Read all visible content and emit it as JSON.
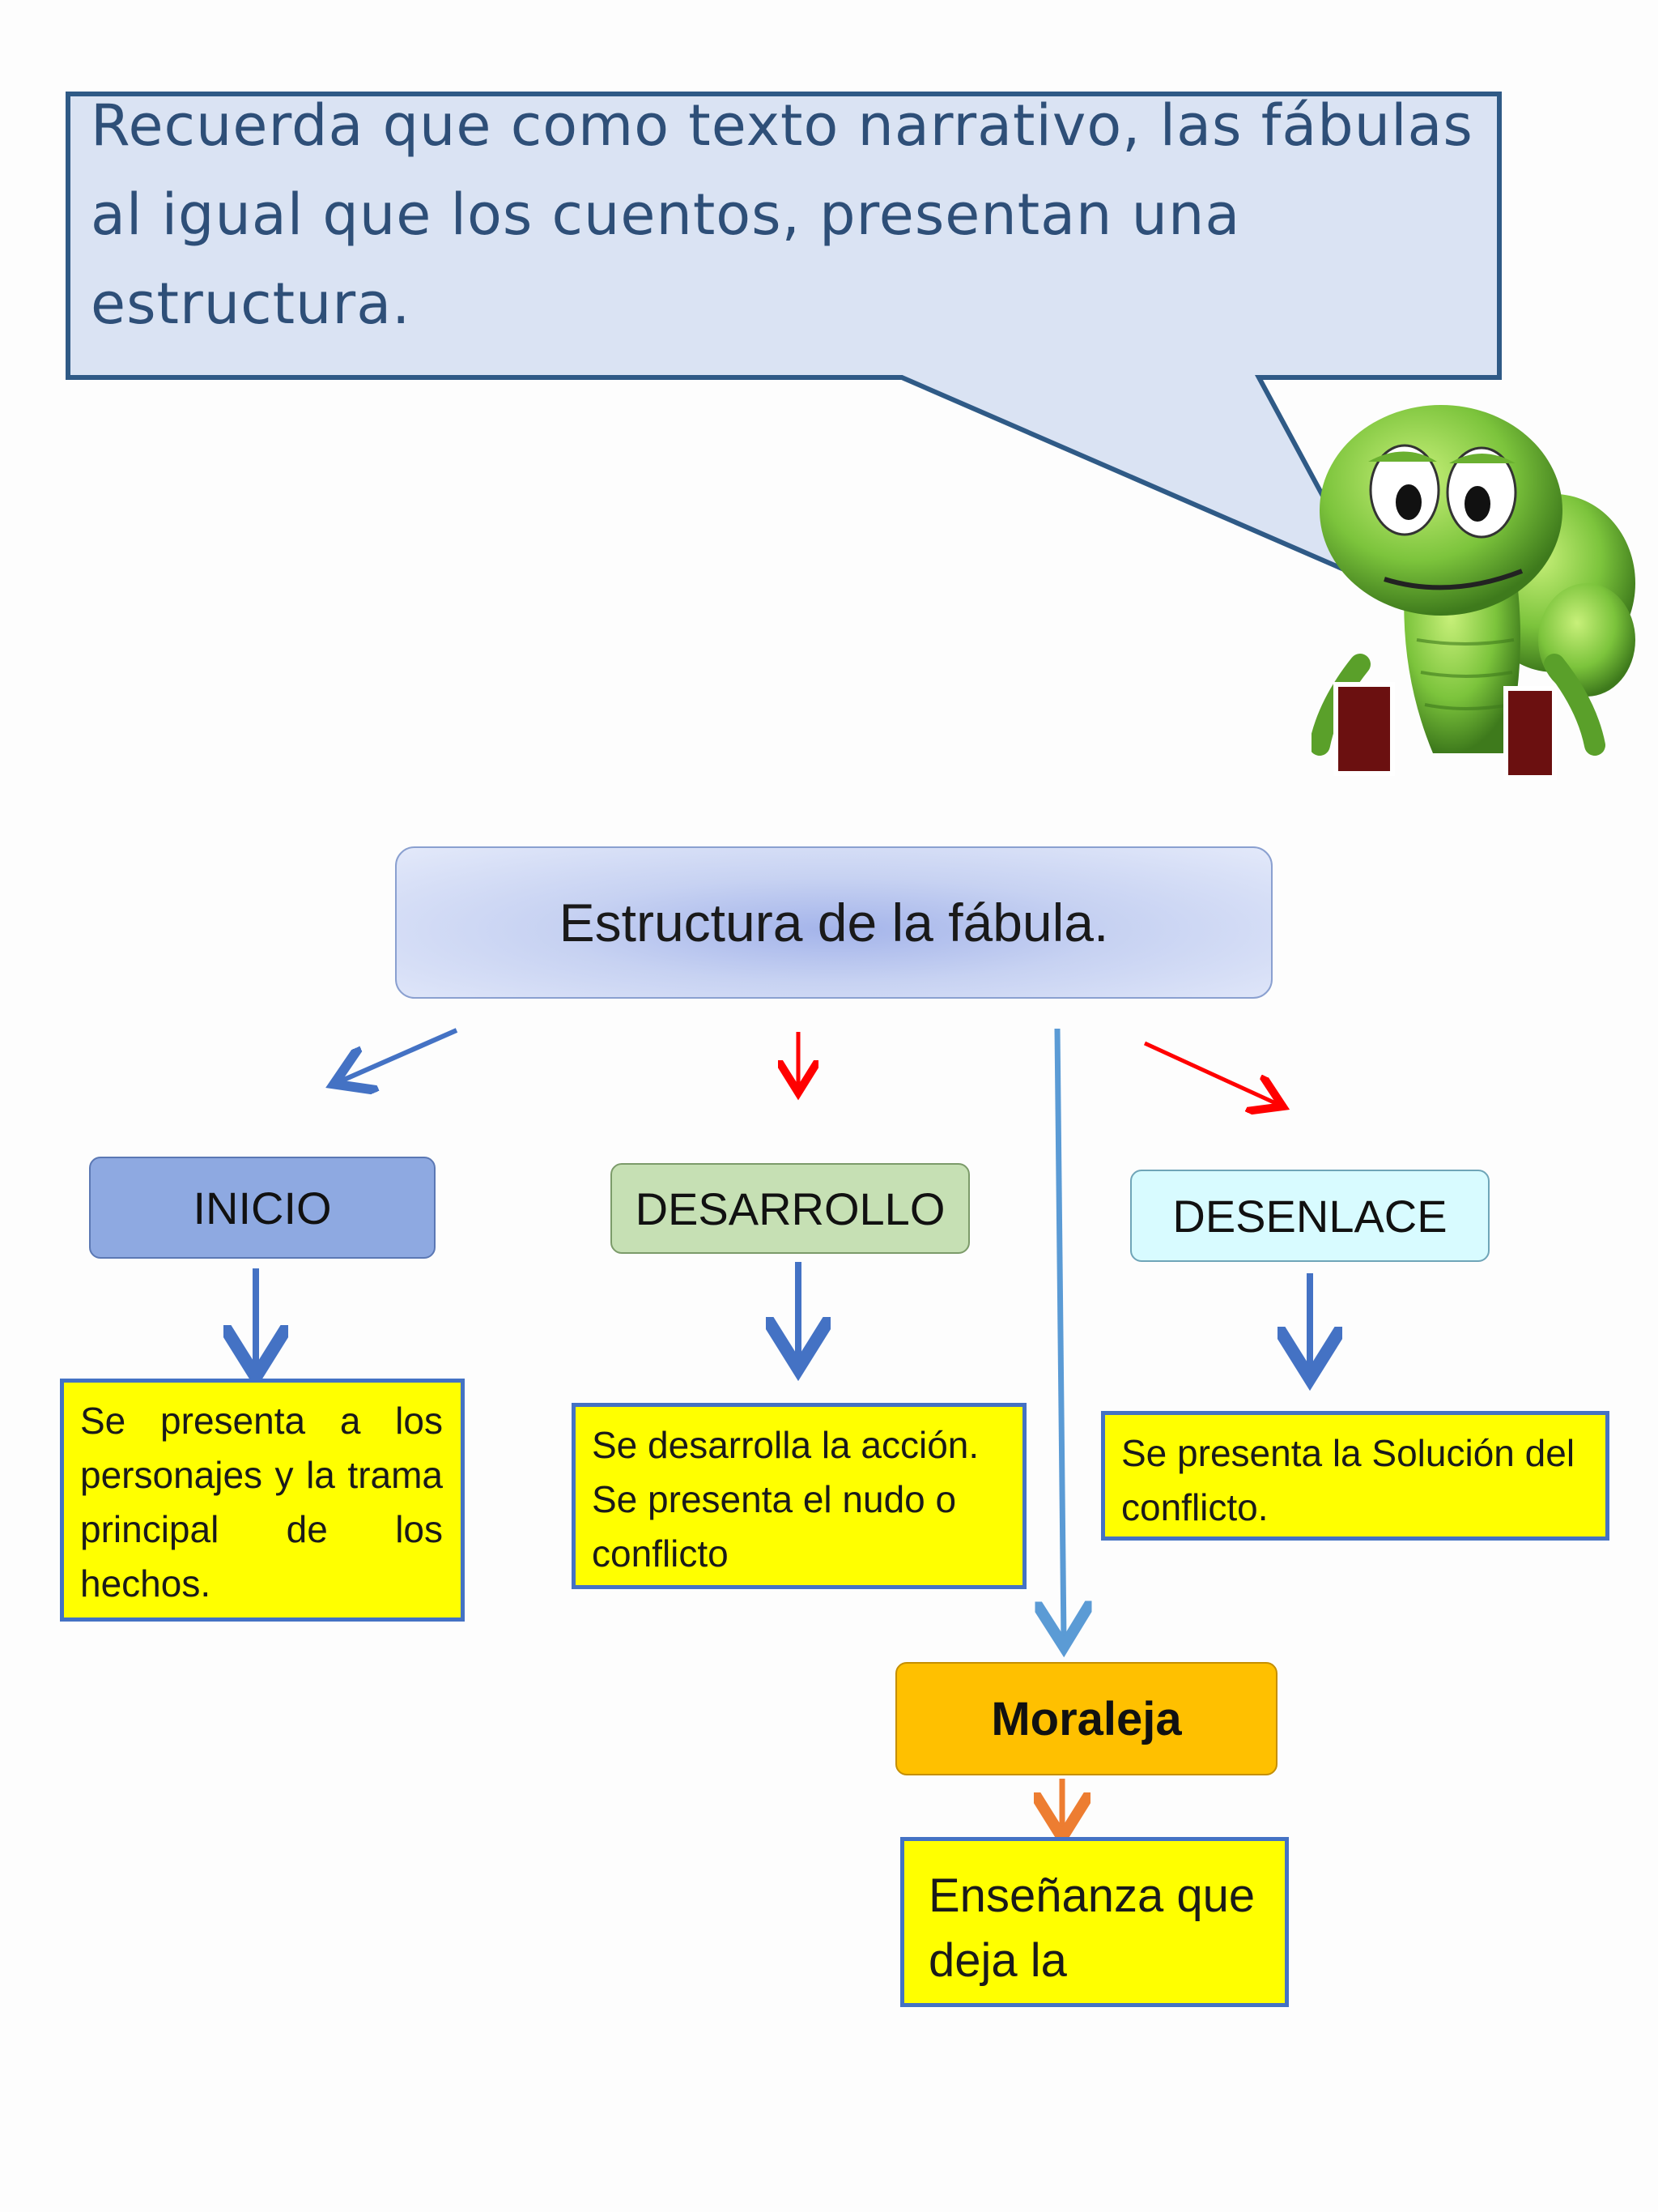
{
  "callout": {
    "text": "Recuerda que como texto narrativo, las fábulas al igual que los cuentos,  presentan una estructura."
  },
  "diagram": {
    "title": "Estructura de la fábula.",
    "inicio": {
      "label": "INICIO",
      "description": "Se presenta a los personajes y la trama principal de los hechos."
    },
    "desarrollo": {
      "label": "DESARROLLO",
      "description": "Se desarrolla la acción. Se presenta el nudo o conflicto"
    },
    "desenlace": {
      "label": "DESENLACE",
      "description": "Se presenta la Solución del conflicto."
    },
    "moraleja": {
      "label": "Moraleja",
      "description": "Enseñanza que deja la"
    }
  },
  "colors": {
    "arrow_blue": "#4472c4",
    "arrow_light_blue": "#5b9bd5",
    "arrow_red": "#ff0000",
    "arrow_orange": "#ed7d31",
    "yellow_fill": "#ffff00"
  },
  "icons": {
    "mascot": "cartoon-worm-with-books"
  }
}
